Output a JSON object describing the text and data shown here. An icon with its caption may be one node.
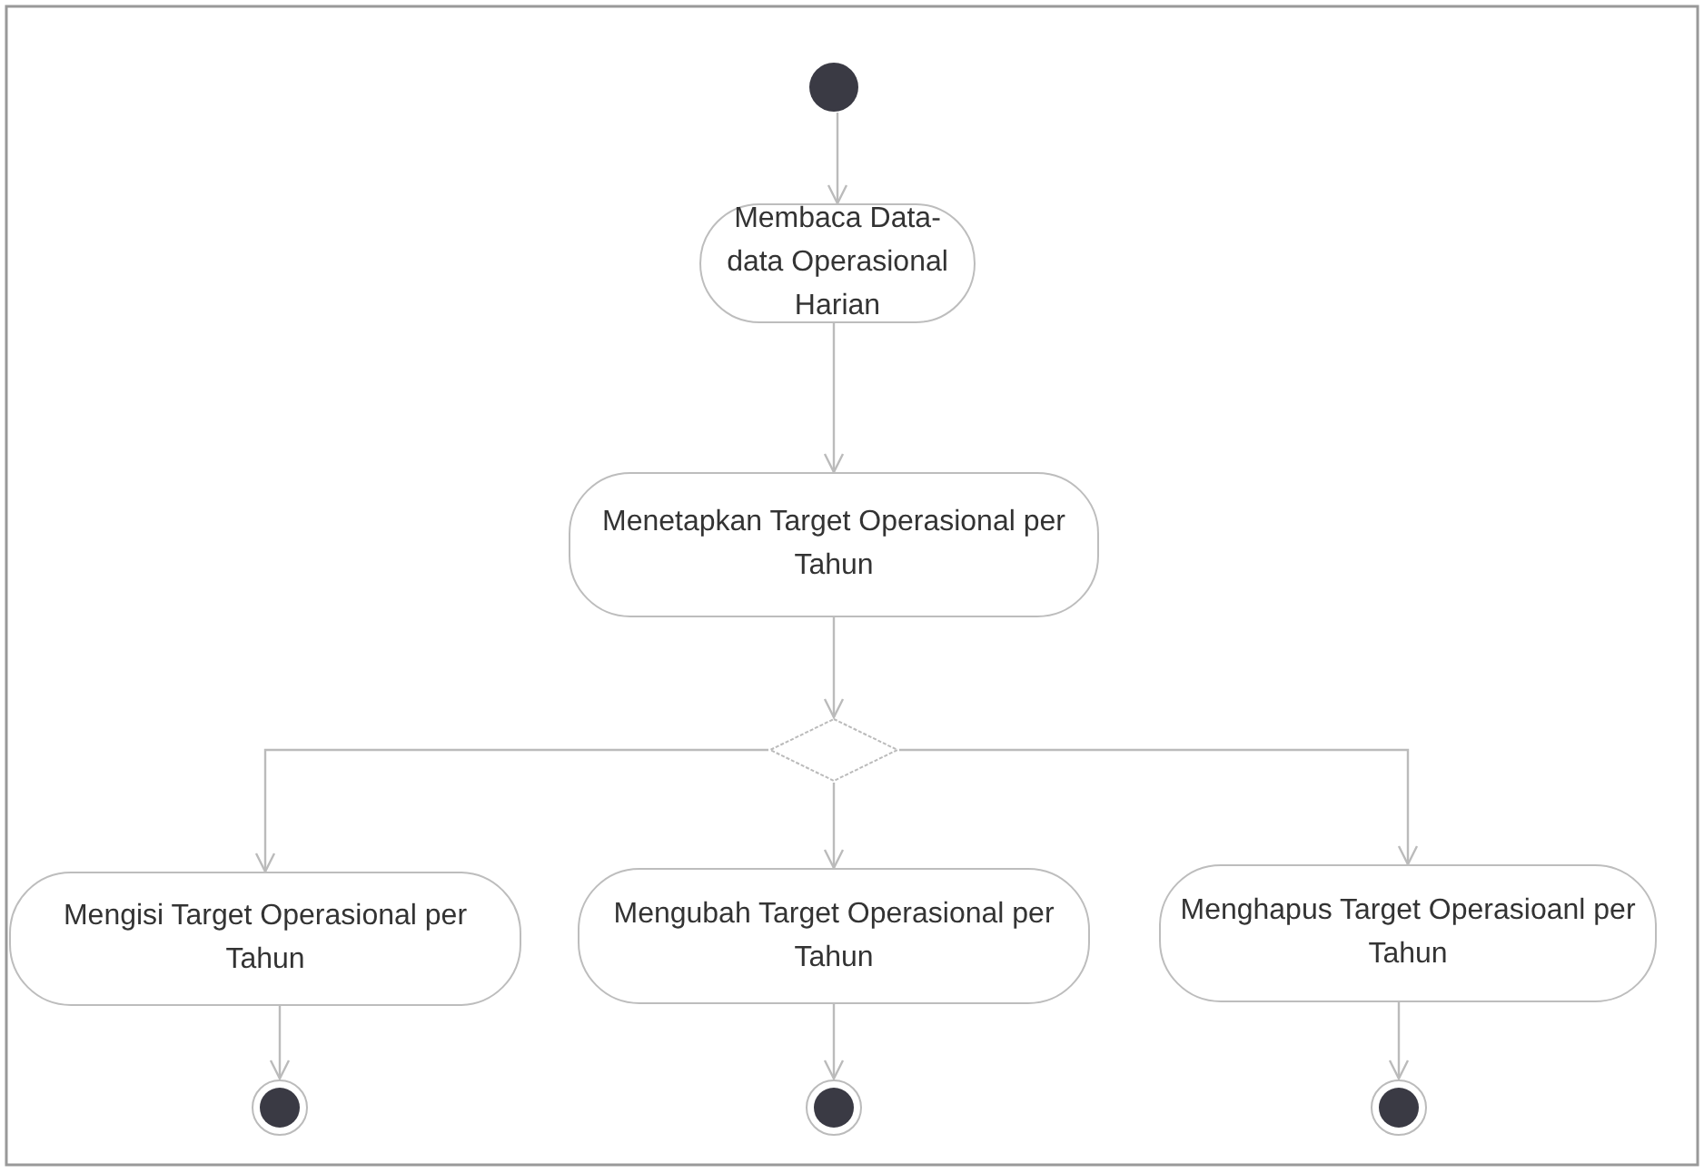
{
  "diagram": {
    "nodes": [
      {
        "text": [],
        "shape": "circle"
      },
      {
        "text": [
          "Membaca Data-data Operasional Harian"
        ]
      },
      {
        "text": [
          "Menetapkan Target Operasional per Tahun"
        ]
      },
      {
        "text": [],
        "shape": "diamond"
      },
      {
        "text": [
          "Mengisi Target Operasional per Tahun"
        ]
      },
      {
        "text": [
          "Mengubah Target Operasional per Tahun"
        ]
      },
      {
        "text": [
          "Menghapus Target Operasioanl per Tahun"
        ]
      },
      {
        "text": [],
        "shape": "circle"
      },
      {
        "text": [],
        "shape": "circle"
      },
      {
        "text": [],
        "shape": "circle"
      }
    ],
    "edges": [
      {
        "from": 0,
        "to": 1,
        "arrow": "to"
      },
      {
        "from": 1,
        "to": 2,
        "arrow": "to"
      },
      {
        "from": 2,
        "to": 3,
        "arrow": "to"
      },
      {
        "from": 3,
        "to": 4,
        "arrow": "to"
      },
      {
        "from": 3,
        "to": 5,
        "arrow": "to"
      },
      {
        "from": 3,
        "to": 6,
        "arrow": "to"
      },
      {
        "from": 4,
        "to": 7,
        "arrow": "to"
      },
      {
        "from": 5,
        "to": 8,
        "arrow": "to"
      },
      {
        "from": 6,
        "to": 9,
        "arrow": "to"
      }
    ]
  }
}
